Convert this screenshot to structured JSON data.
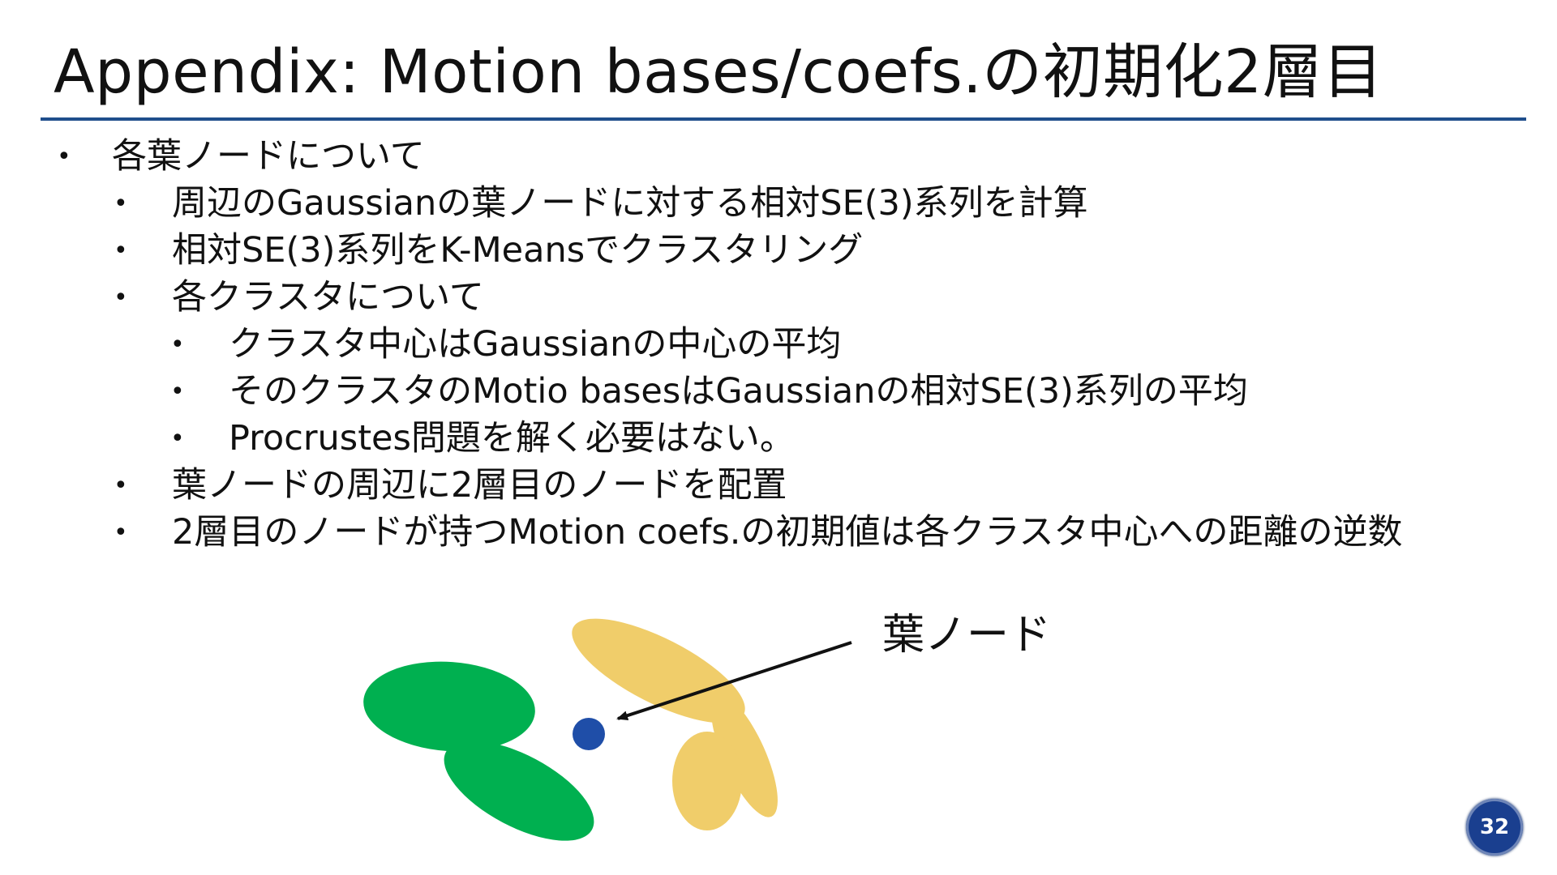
{
  "slide": {
    "title": "Appendix: Motion bases/coefs.の初期化2層目",
    "page_number": "32",
    "bullets": [
      {
        "level": 1,
        "text": "各葉ノードについて"
      },
      {
        "level": 2,
        "text": "周辺のGaussianの葉ノードに対する相対SE(3)系列を計算"
      },
      {
        "level": 2,
        "text": "相対SE(3)系列をK-Meansでクラスタリング"
      },
      {
        "level": 2,
        "text": "各クラスタについて"
      },
      {
        "level": 3,
        "text": "クラスタ中心はGaussianの中心の平均"
      },
      {
        "level": 3,
        "text": "そのクラスタのMotio basesはGaussianの相対SE(3)系列の平均"
      },
      {
        "level": 3,
        "text": "Procrustes問題を解く必要はない。"
      },
      {
        "level": 2,
        "text": "葉ノードの周辺に2層目のノードを配置"
      },
      {
        "level": 2,
        "text": "2層目のノードが持つMotion coefs.の初期値は各クラスタ中心への距離の逆数"
      }
    ],
    "bullet_symbol": "•"
  },
  "figure": {
    "leaf_label": "葉ノード",
    "colors": {
      "green_cluster": "#00b050",
      "yellow_cluster": "#f0cd6a",
      "leaf_node": "#1f4ea8",
      "arrow": "#111111",
      "title_rule": "#1f4e8c",
      "badge": "#1a3f8f"
    }
  }
}
